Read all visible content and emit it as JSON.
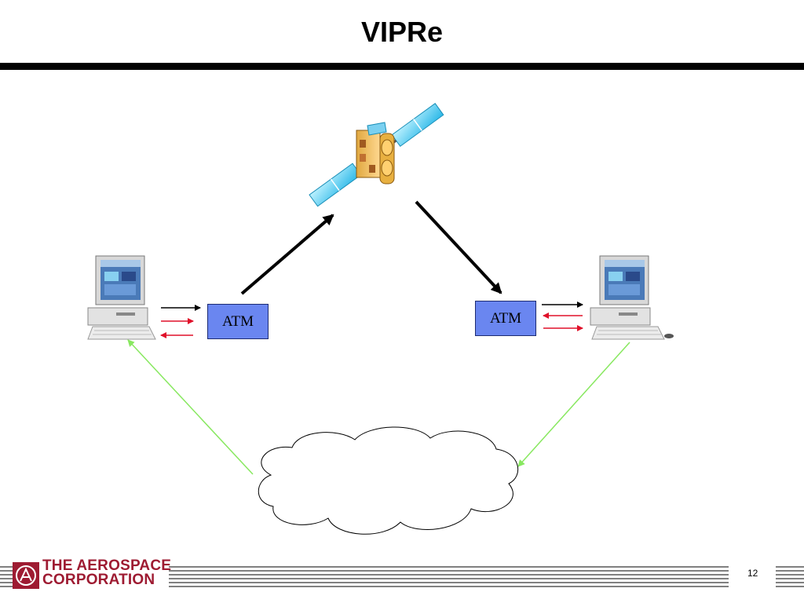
{
  "slide": {
    "title": "VIPRe",
    "page_number": "12"
  },
  "diagram": {
    "left_router_label": "ATM",
    "right_router_label": "ATM",
    "satellite_icon": "satellite-icon",
    "left_terminal_icon": "desktop-computer-icon",
    "right_terminal_icon": "desktop-computer-icon",
    "network_cloud_icon": "cloud-icon"
  },
  "footer": {
    "company_line1": "THE AEROSPACE",
    "company_line2": "CORPORATION",
    "logo_icon": "aerospace-logo-icon"
  },
  "colors": {
    "atm_fill": "#6a86f0",
    "forward_arrow": "#000000",
    "return_arrow": "#e0102a",
    "ground_link": "#88e860",
    "brand": "#9e1b32"
  }
}
